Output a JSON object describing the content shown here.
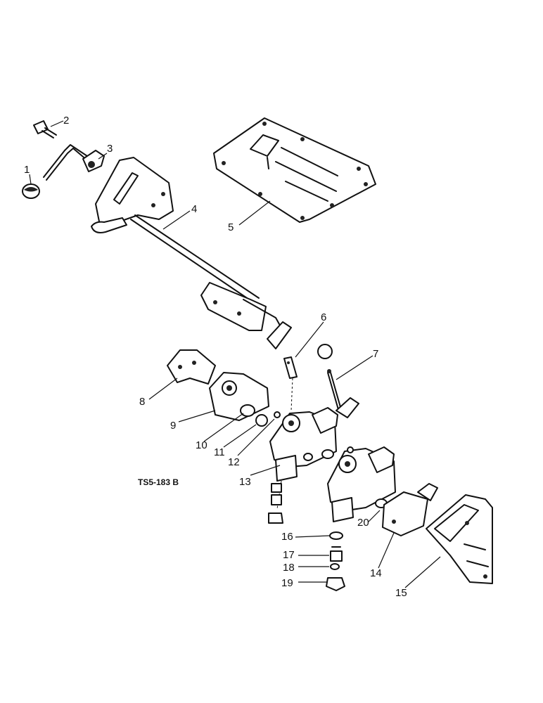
{
  "drawing_code": "TS5-183 B",
  "callouts": [
    {
      "id": "1",
      "text": "1"
    },
    {
      "id": "2",
      "text": "2"
    },
    {
      "id": "3",
      "text": "3"
    },
    {
      "id": "4",
      "text": "4"
    },
    {
      "id": "5",
      "text": "5"
    },
    {
      "id": "6",
      "text": "6"
    },
    {
      "id": "7",
      "text": "7"
    },
    {
      "id": "8",
      "text": "8"
    },
    {
      "id": "9",
      "text": "9"
    },
    {
      "id": "10",
      "text": "10"
    },
    {
      "id": "11",
      "text": "11"
    },
    {
      "id": "12",
      "text": "12"
    },
    {
      "id": "13",
      "text": "13"
    },
    {
      "id": "14",
      "text": "14"
    },
    {
      "id": "15",
      "text": "15"
    },
    {
      "id": "16",
      "text": "16"
    },
    {
      "id": "17",
      "text": "17"
    },
    {
      "id": "18",
      "text": "18"
    },
    {
      "id": "19",
      "text": "19"
    },
    {
      "id": "20",
      "text": "20"
    }
  ]
}
